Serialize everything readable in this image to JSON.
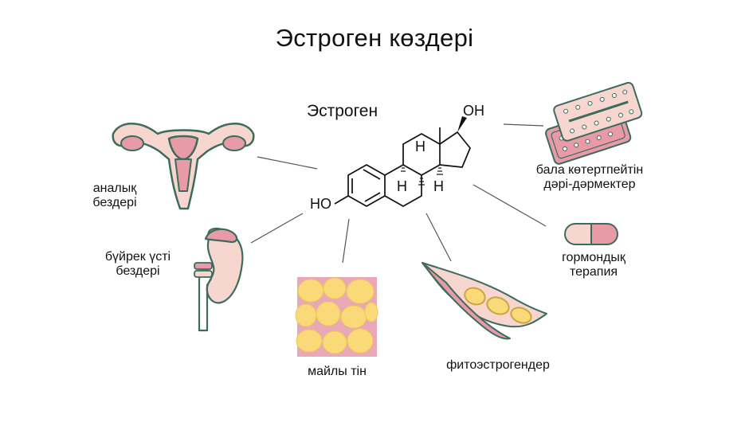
{
  "title": "Эстроген көздері",
  "center": {
    "label": "Эстроген",
    "atoms": {
      "oh_top": "OH",
      "ho_left": "HO",
      "h1": "H",
      "h2": "H",
      "h3": "H"
    }
  },
  "sources": [
    {
      "id": "ovaries",
      "line1": "аналық",
      "line2": "бездері",
      "icon": "ovaries-uterus-icon"
    },
    {
      "id": "adrenal",
      "line1": "бүйрек үсті",
      "line2": "бездері",
      "icon": "kidney-adrenal-icon"
    },
    {
      "id": "fat",
      "line1": "майлы тін",
      "line2": "",
      "icon": "fat-tissue-icon"
    },
    {
      "id": "phyto",
      "line1": "фитоэстрогендер",
      "line2": "",
      "icon": "bean-pod-icon"
    },
    {
      "id": "hormone",
      "line1": "гормондық",
      "line2": "терапия",
      "icon": "capsule-icon"
    },
    {
      "id": "contraceptive",
      "line1": "бала көтертпейтін",
      "line2": "дәрі-дәрмектер",
      "icon": "pill-blister-icon"
    }
  ],
  "colors": {
    "pink": "#e89aa7",
    "light_pink": "#f6d6cf",
    "teal": "#3d6b5c",
    "yellow": "#f9d978",
    "line": "#555555"
  }
}
